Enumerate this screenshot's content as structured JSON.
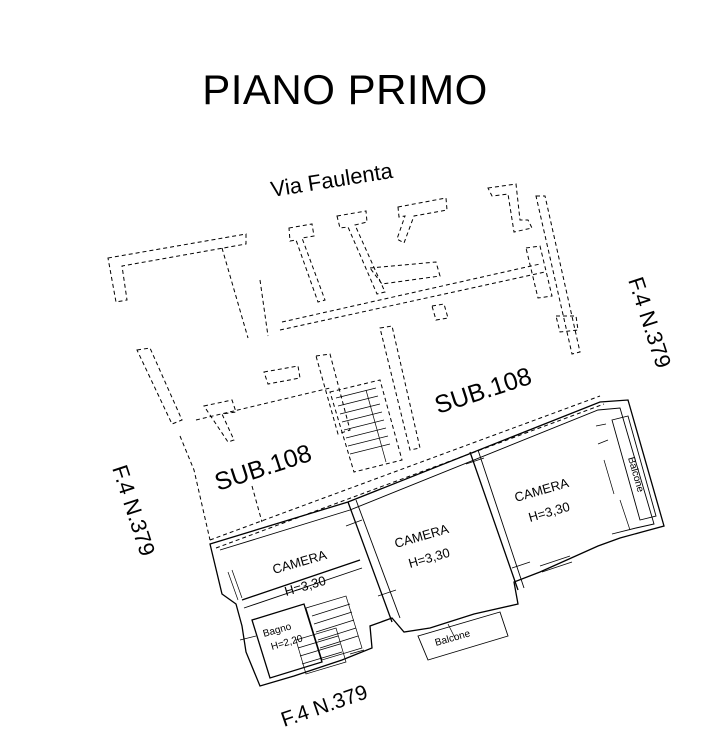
{
  "title": "PIANO PRIMO",
  "street": "Via Faulenta",
  "parcel_labels": {
    "right": "F.4 N.379",
    "left": "F.4 N.379",
    "bottom": "F.4 N.379"
  },
  "sub_labels": {
    "upper_right": "SUB.108",
    "lower_left": "SUB.108"
  },
  "rooms": [
    {
      "id": "camera-left",
      "name": "CAMERA",
      "height": "H=3,30"
    },
    {
      "id": "camera-middle",
      "name": "CAMERA",
      "height": "H=3,30"
    },
    {
      "id": "camera-right",
      "name": "CAMERA",
      "height": "H=3,30"
    },
    {
      "id": "bagno",
      "name": "Bagno",
      "height": "H=2,20"
    }
  ],
  "balconies": {
    "bottom": "Balcone",
    "right": "Balcone"
  }
}
